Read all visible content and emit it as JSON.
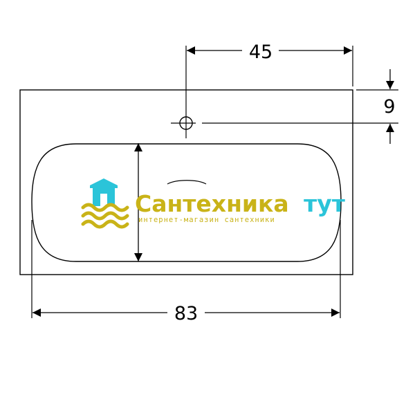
{
  "dimensions": {
    "hole_offset": "45",
    "hole_edge": "9",
    "overall_width": "83"
  },
  "watermark": {
    "brand": "Сантехника",
    "brand_suffix": "тут",
    "tagline": "интернет-магазин сантехники",
    "colors": {
      "brand": "#c9b318",
      "suffix": "#2bc4d9",
      "tagline": "#c9b318",
      "house": "#2bc4d9",
      "waves": "#c9b318"
    },
    "icon": "house-waves-logo-icon"
  },
  "colors": {
    "lines": "#000000",
    "background": "#ffffff"
  }
}
